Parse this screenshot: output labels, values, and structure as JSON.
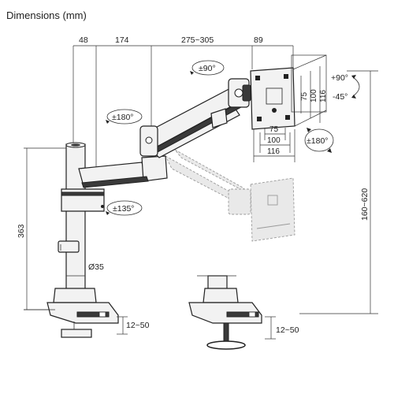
{
  "title": "Dimensions (mm)",
  "dimensions": {
    "d48": "48",
    "d174": "174",
    "d275_305": "275~305",
    "d89": "89",
    "h363": "363",
    "h160_620": "160~620",
    "pole": "Ø35",
    "clamp_left": "12~50",
    "clamp_right": "12~50",
    "vesa_75_h": "75",
    "vesa_100_h": "100",
    "vesa_116_h": "116",
    "vesa_75_v": "75",
    "vesa_100_v": "100",
    "vesa_116_v": "116"
  },
  "rotations": {
    "r90": "±90°",
    "r180_arm": "±180°",
    "r135": "±135°",
    "tilt_up": "+90°",
    "tilt_down": "-45°",
    "r180_plate": "±180°"
  }
}
